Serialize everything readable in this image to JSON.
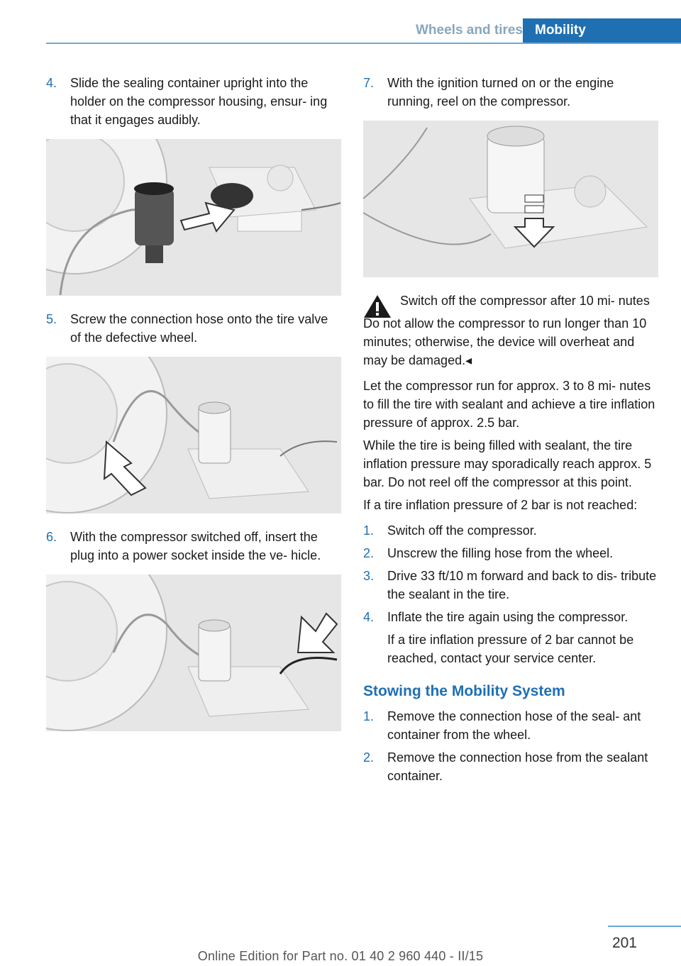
{
  "header": {
    "section": "Wheels and tires",
    "chapter": "Mobility"
  },
  "left_steps": [
    {
      "num": "4.",
      "text": "Slide the sealing container upright into the holder on the compressor housing, ensur‐ ing that it engages audibly."
    },
    {
      "num": "5.",
      "text": "Screw the connection hose onto the tire valve of the defective wheel."
    },
    {
      "num": "6.",
      "text": "With the compressor switched off, insert the plug into a power socket inside the ve‐ hicle."
    }
  ],
  "right": {
    "step7": {
      "num": "7.",
      "text": "With the ignition turned on or the engine running, reel on the compressor."
    },
    "warning": {
      "title": "Switch off the compressor after 10 mi‐ nutes",
      "body": "Do not allow the compressor to run longer than 10 minutes; otherwise, the device will overheat and may be damaged.◂"
    },
    "paragraphs": [
      "Let the compressor run for approx. 3 to 8 mi‐ nutes to fill the tire with sealant and achieve a tire inflation pressure of approx. 2.5 bar.",
      "While the tire is being filled with sealant, the tire inflation pressure may sporadically reach approx. 5 bar. Do not reel off the compressor at this point.",
      "If a tire inflation pressure of 2 bar is not reached:"
    ],
    "list1": [
      {
        "num": "1.",
        "text": "Switch off the compressor."
      },
      {
        "num": "2.",
        "text": "Unscrew the filling hose from the wheel."
      },
      {
        "num": "3.",
        "text": "Drive 33 ft/10 m forward and back to dis‐ tribute the sealant in the tire."
      },
      {
        "num": "4.",
        "text": "Inflate the tire again using the compressor."
      }
    ],
    "list1_note": "If a tire inflation pressure of 2 bar cannot be reached, contact your service center.",
    "heading": "Stowing the Mobility System",
    "list2": [
      {
        "num": "1.",
        "text": "Remove the connection hose of the seal‐ ant container from the wheel."
      },
      {
        "num": "2.",
        "text": "Remove the connection hose from the sealant container."
      }
    ]
  },
  "footer": {
    "page_number": "201",
    "edition": "Online Edition for Part no. 01 40 2 960 440 - II/15"
  },
  "colors": {
    "accent": "#1f6fb3",
    "rule": "#6aa8d8",
    "figure_bg": "#e6e6e6"
  }
}
